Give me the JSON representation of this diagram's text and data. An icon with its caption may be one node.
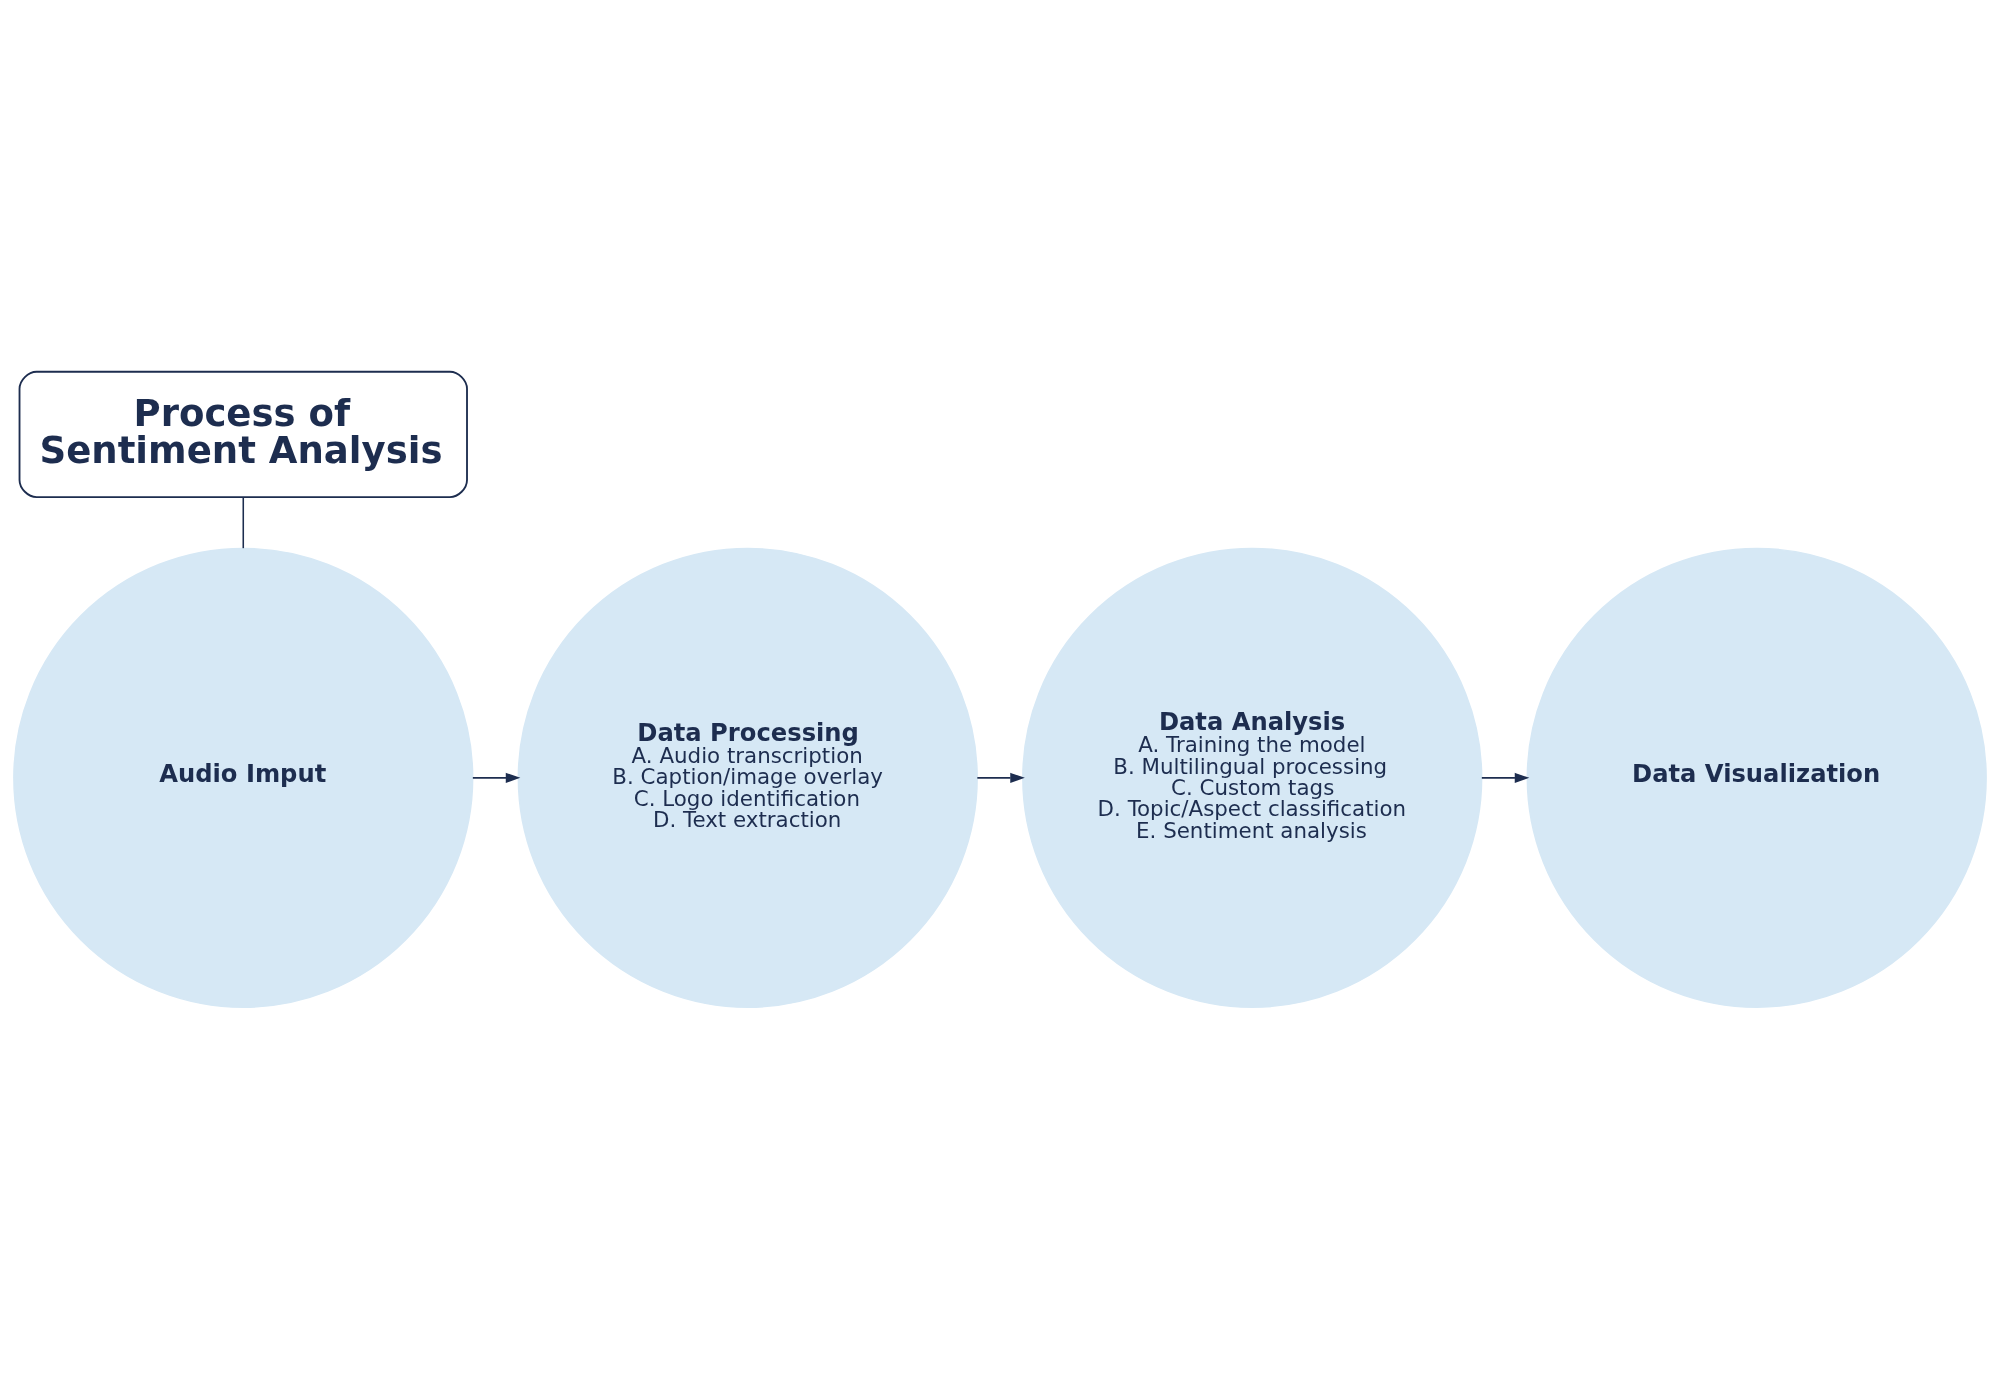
{
  "diagram": {
    "nodes": [
      {
        "text": [
          "Process of Sentiment Analysis"
        ]
      },
      {
        "text": [
          "Audio Imput"
        ]
      },
      {
        "text": [
          "Data Processing",
          "A. Audio transcription",
          "B. Caption/image overlay",
          "C. Logo identification",
          "D. Text extraction"
        ]
      },
      {
        "text": [
          "Data Analysis",
          "A. Training the model",
          "B. Multilingual processing",
          "C. Custom tags",
          "D. Topic/Aspect classification",
          "E. Sentiment analysis"
        ]
      },
      {
        "text": [
          "Data Visualization"
        ]
      }
    ],
    "edges": [
      {
        "from": 0,
        "to": 1,
        "arrow": "none"
      },
      {
        "from": 1,
        "to": 2,
        "arrow": "to"
      },
      {
        "from": 2,
        "to": 3,
        "arrow": "to"
      },
      {
        "from": 3,
        "to": 4,
        "arrow": "to"
      }
    ]
  }
}
